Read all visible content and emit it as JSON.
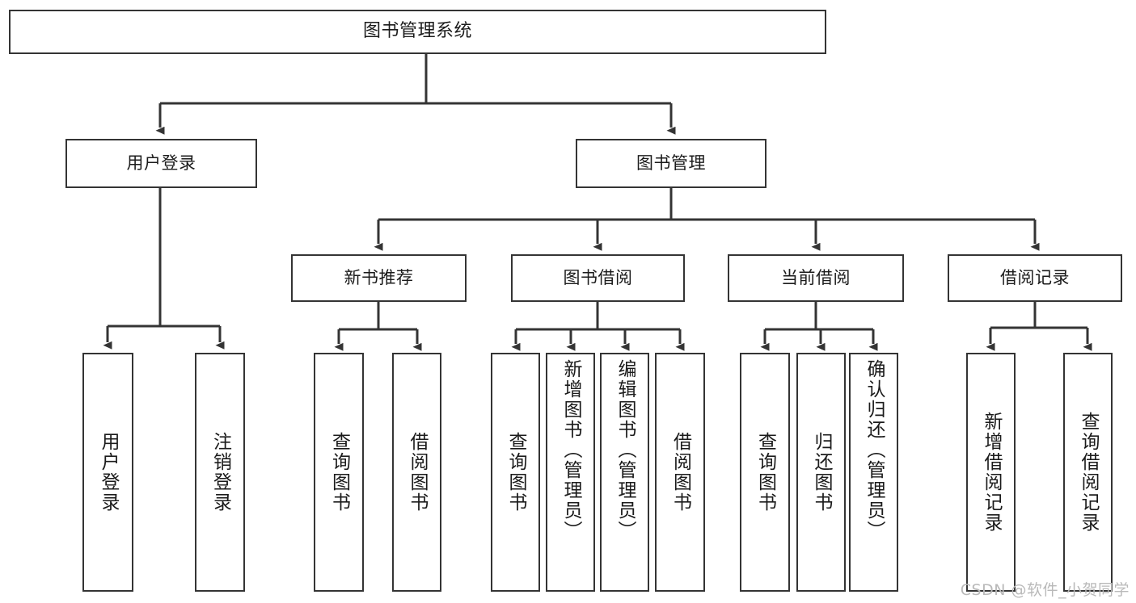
{
  "diagram": {
    "title": "图书管理系统",
    "type": "tree",
    "colors": {
      "background": "#ffffff",
      "border": "#343434",
      "edge": "#343434",
      "text": "#1b1b1b",
      "watermark": "#b9b9b9"
    },
    "root": {
      "label": "图书管理系统"
    },
    "level2": [
      {
        "label": "用户登录"
      },
      {
        "label": "图书管理"
      }
    ],
    "level3": [
      {
        "label": "新书推荐"
      },
      {
        "label": "图书借阅"
      },
      {
        "label": "当前借阅"
      },
      {
        "label": "借阅记录"
      }
    ],
    "leaves": {
      "user_login": [
        {
          "label": "用户登录"
        },
        {
          "label": "注销登录"
        }
      ],
      "new_book_recommend": [
        {
          "label": "查询图书"
        },
        {
          "label": "借阅图书"
        }
      ],
      "book_borrow": [
        {
          "label": "查询图书"
        },
        {
          "label": "新增图书（管理员）"
        },
        {
          "label": "编辑图书（管理员）"
        },
        {
          "label": "借阅图书"
        }
      ],
      "current_borrow": [
        {
          "label": "查询图书"
        },
        {
          "label": "归还图书"
        },
        {
          "label": "确认归还（管理员）"
        }
      ],
      "borrow_record": [
        {
          "label": "新增借阅记录"
        },
        {
          "label": "查询借阅记录"
        }
      ]
    },
    "watermark": "CSDN @软件_小贺同学"
  }
}
